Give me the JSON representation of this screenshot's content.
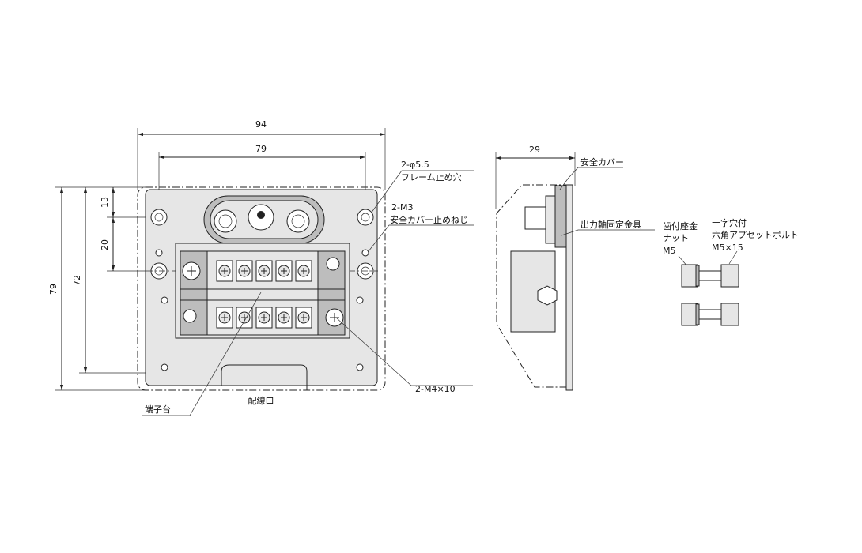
{
  "front_view": {
    "dim_width_outer": "94",
    "dim_hole_pitch_h": "79",
    "dim_height_outer": "79",
    "dim_height_inner": "72",
    "dim_top_offset": "13",
    "dim_hole_pitch_v": "20",
    "label_frame_hole_size": "2-φ5.5",
    "label_frame_hole": "フレーム止め穴",
    "label_cover_screw_size": "2-M3",
    "label_cover_screw": "安全カバー止めねじ",
    "label_terminal_screw": "2-M4×10",
    "label_terminal_block": "端子台",
    "label_wiring_port": "配線口"
  },
  "side_view": {
    "dim_depth": "29",
    "label_safety_cover": "安全カバー",
    "label_shaft_bracket": "出力軸固定金具"
  },
  "hardware": {
    "nut_line1": "歯付座金",
    "nut_line2": "ナット",
    "nut_line3": "M5",
    "bolt_line1": "十字穴付",
    "bolt_line2": "六角アプセットボルト",
    "bolt_line3": "M5×15"
  }
}
